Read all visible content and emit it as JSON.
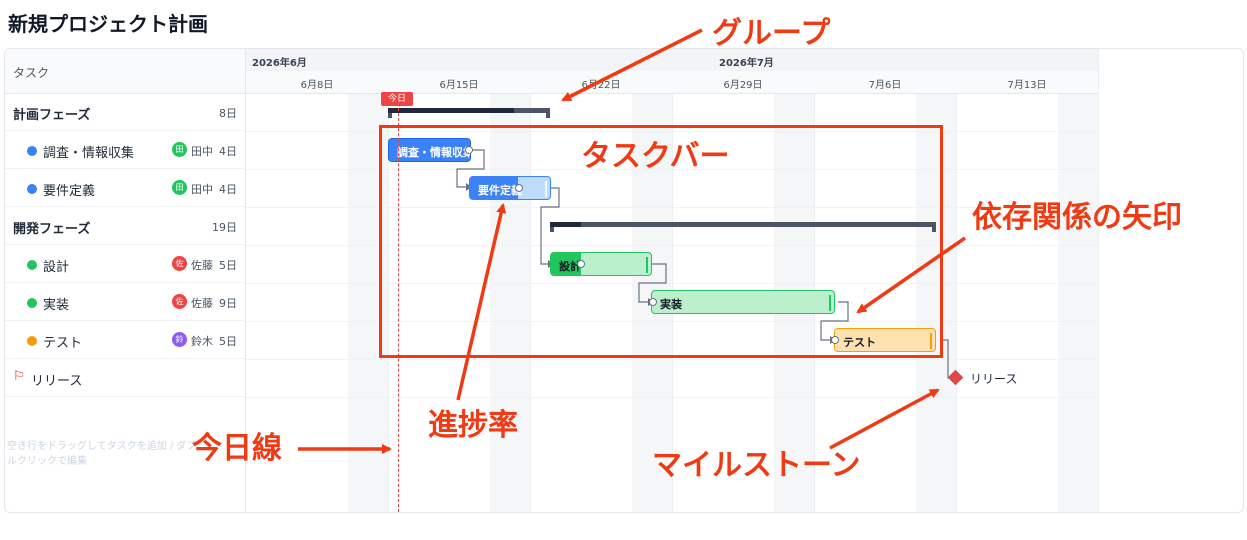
{
  "page": {
    "title": "新規プロジェクト計画"
  },
  "task_list": {
    "header": "タスク",
    "rows": [
      {
        "kind": "group",
        "label": "計画フェーズ",
        "duration": "8日"
      },
      {
        "kind": "task",
        "label": "調査・情報収集",
        "color": "#3b82f6",
        "assignee_initial": "田",
        "assignee": "田中",
        "assignee_color": "#22c55e",
        "duration": "4日"
      },
      {
        "kind": "task",
        "label": "要件定義",
        "color": "#3b82f6",
        "assignee_initial": "田",
        "assignee": "田中",
        "assignee_color": "#22c55e",
        "duration": "4日"
      },
      {
        "kind": "group",
        "label": "開発フェーズ",
        "duration": "19日"
      },
      {
        "kind": "task",
        "label": "設計",
        "color": "#22c55e",
        "assignee_initial": "佐",
        "assignee": "佐藤",
        "assignee_color": "#ef4444",
        "duration": "5日"
      },
      {
        "kind": "task",
        "label": "実装",
        "color": "#22c55e",
        "assignee_initial": "佐",
        "assignee": "佐藤",
        "assignee_color": "#ef4444",
        "duration": "9日"
      },
      {
        "kind": "task",
        "label": "テスト",
        "color": "#f59e0b",
        "assignee_initial": "鈴",
        "assignee": "鈴木",
        "assignee_color": "#8b5cf6",
        "duration": "5日"
      },
      {
        "kind": "milestone",
        "label": "リリース",
        "icon": "flag-icon"
      }
    ],
    "hint": "空き行をドラッグしてタスクを追加 / ダブルクリックで編集"
  },
  "timeline": {
    "months": [
      "2026年6月",
      "2026年7月"
    ],
    "weeks": [
      "6月8日",
      "6月15日",
      "6月22日",
      "6月29日",
      "7月6日",
      "7月13日"
    ],
    "today_label": "今日",
    "bars": [
      {
        "type": "group",
        "progress": 0.78
      },
      {
        "type": "task",
        "label": "調査・情報収集",
        "progress": 1.0
      },
      {
        "type": "task",
        "label": "要件定義",
        "progress": 0.6
      },
      {
        "type": "group",
        "progress": 0.08
      },
      {
        "type": "task",
        "label": "設計",
        "progress": 0.3
      },
      {
        "type": "task",
        "label": "実装",
        "progress": 0.0
      },
      {
        "type": "task",
        "label": "テスト",
        "progress": 0.0
      }
    ],
    "milestone_label": "リリース",
    "colors": {
      "blue": "#3b82f6",
      "green": "#22c55e",
      "orange": "#f59e0b",
      "today": "#ef4444",
      "milestone": "#e04848"
    }
  },
  "annotations": {
    "group": "グループ",
    "task_bar": "タスクバー",
    "dependency": "依存関係の矢印",
    "progress": "進捗率",
    "today_line": "今日線",
    "milestone": "マイルストーン",
    "color": "#f03a14"
  }
}
